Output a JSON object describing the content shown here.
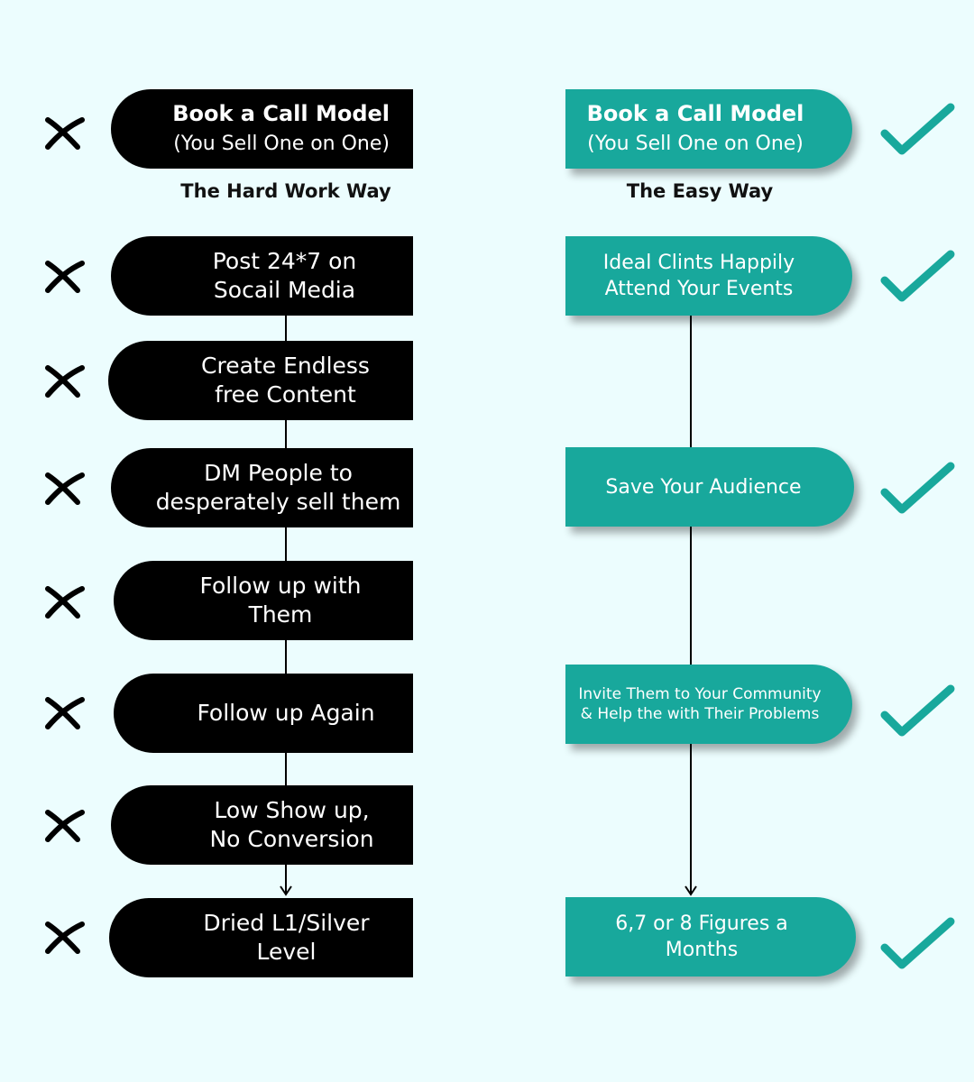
{
  "hard": {
    "title": "Book a Call Model",
    "subtitle": "(You Sell One on One)",
    "caption": "The Hard Work Way",
    "steps": [
      {
        "line1": "Post 24*7 on",
        "line2": "Socail Media"
      },
      {
        "line1": "Create Endless",
        "line2": "free Content"
      },
      {
        "line1": "DM People to",
        "line2": "desperately sell them"
      },
      {
        "line1": "Follow up with",
        "line2": "Them"
      },
      {
        "line1": "Follow up Again",
        "line2": ""
      },
      {
        "line1": "Low Show up,",
        "line2": "No Conversion"
      },
      {
        "line1": "Dried L1/Silver",
        "line2": "Level"
      }
    ]
  },
  "easy": {
    "title": "Book a Call Model",
    "subtitle": "(You Sell One on One)",
    "caption": "The Easy Way",
    "steps": [
      {
        "line1": "Ideal Clints Happily",
        "line2": "Attend Your Events"
      },
      {
        "line1": "Save Your Audience",
        "line2": ""
      },
      {
        "line1": "Invite Them to Your Community",
        "line2": "& Help the with Their Problems"
      },
      {
        "line1": "6,7 or 8 Figures a",
        "line2": "Months"
      }
    ]
  },
  "icons": {
    "cross": "cross-icon",
    "check": "check-icon"
  },
  "colors": {
    "background": "#ecfdfe",
    "black_box": "#000000",
    "teal_box": "#18a89c",
    "check": "#18a89c",
    "connector": "#000000"
  }
}
